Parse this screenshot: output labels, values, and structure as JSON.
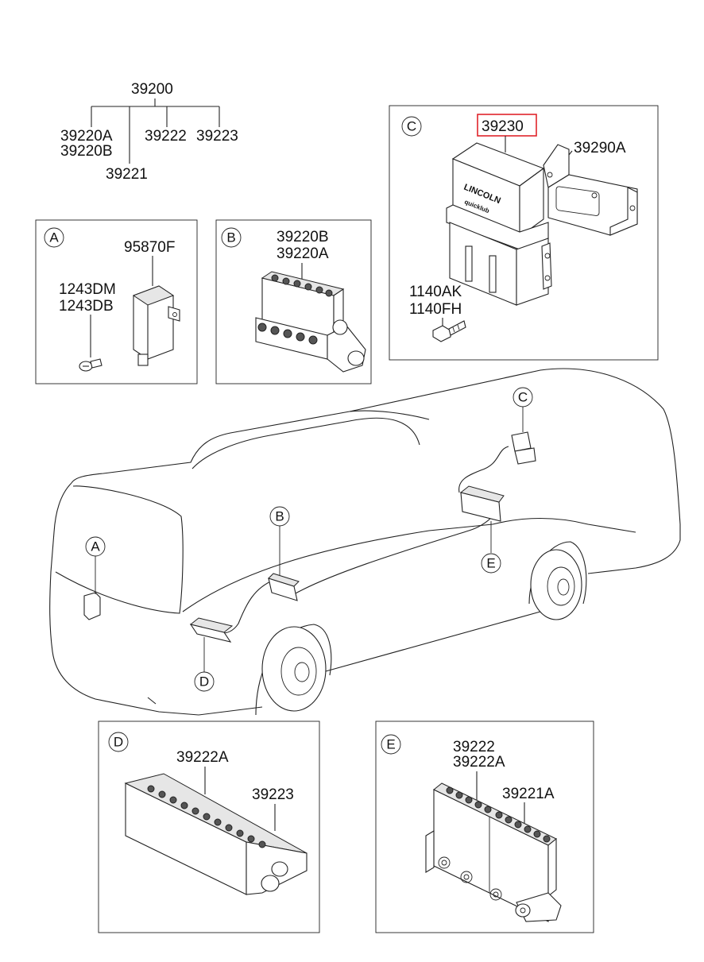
{
  "tree": {
    "root": "39200",
    "children": [
      "39220A",
      "39220B",
      "39221",
      "39222",
      "39223"
    ]
  },
  "panels": {
    "A": {
      "callout": "A",
      "labels": [
        "95870F",
        "1243DM",
        "1243DB"
      ]
    },
    "B": {
      "callout": "B",
      "labels": [
        "39220B",
        "39220A"
      ]
    },
    "C": {
      "callout": "C",
      "highlighted": "39230",
      "labels": [
        "39290A",
        "1140AK",
        "1140FH"
      ],
      "unit_text_1": "LINCOLN",
      "unit_text_2": "quicklub"
    },
    "D": {
      "callout": "D",
      "labels": [
        "39222A",
        "39223"
      ]
    },
    "E": {
      "callout": "E",
      "labels": [
        "39222",
        "39222A",
        "39221A"
      ]
    }
  },
  "vehicle_callouts": [
    "A",
    "B",
    "C",
    "D",
    "E"
  ],
  "colors": {
    "highlight_box": "#e0242b",
    "line": "#222222"
  }
}
